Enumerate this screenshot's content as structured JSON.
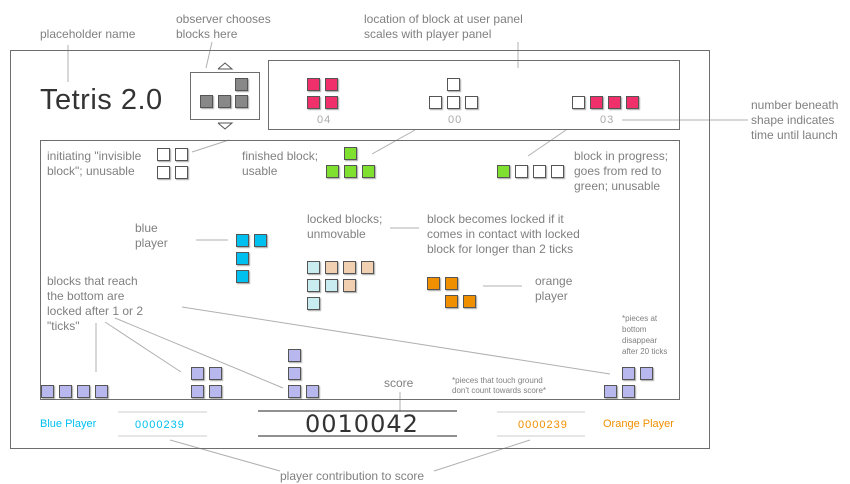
{
  "game_title": "Tetris 2.0",
  "annotations": {
    "placeholder": "placeholder name",
    "observer": [
      "observer chooses",
      "blocks here"
    ],
    "location": [
      "location of block at user panel",
      "scales with player panel"
    ],
    "number_beneath": [
      "number beneath",
      "shape indicates",
      "time until launch"
    ],
    "invisible": [
      "initiating \"invisible",
      "block\"; unusable"
    ],
    "finished": [
      "finished block;",
      "usable"
    ],
    "in_progress": [
      "block in progress;",
      "goes from red to",
      "green; unusable"
    ],
    "blue_player": [
      "blue",
      "player"
    ],
    "locked": [
      "locked blocks;",
      "unmovable"
    ],
    "becomes_locked": [
      "block becomes locked if it",
      "comes in contact with locked",
      "block for longer than 2 ticks"
    ],
    "orange_player": [
      "orange",
      "player"
    ],
    "reach_bottom": [
      "blocks that reach",
      "the bottom are",
      "locked after 1 or 2",
      "\"ticks\""
    ],
    "disappear": [
      "*pieces at",
      "bottom",
      "disappear",
      "after 20 ticks"
    ],
    "score_label": "score",
    "touch_ground": [
      "*pieces that touch ground",
      "don't count towards score*"
    ],
    "contribution": "player contribution to score"
  },
  "queue_codes": [
    "04",
    "00",
    "03"
  ],
  "score": "0010042",
  "blue_player": {
    "label": "Blue Player",
    "score": "0000239"
  },
  "orange_player": {
    "label": "Orange Player",
    "score": "0000239"
  },
  "colors": {
    "blue": "#00c0f0",
    "orange": "#f09000",
    "green": "#80e030",
    "red": "#f0306a",
    "gray": "#888888",
    "white": "#ffffff",
    "locked_tan": "#f0d0b0",
    "locked_cyan": "#c8ecf0",
    "bottom_purple": "#b8b8ee"
  },
  "icons": [
    "arrow-up-icon",
    "arrow-down-icon"
  ]
}
